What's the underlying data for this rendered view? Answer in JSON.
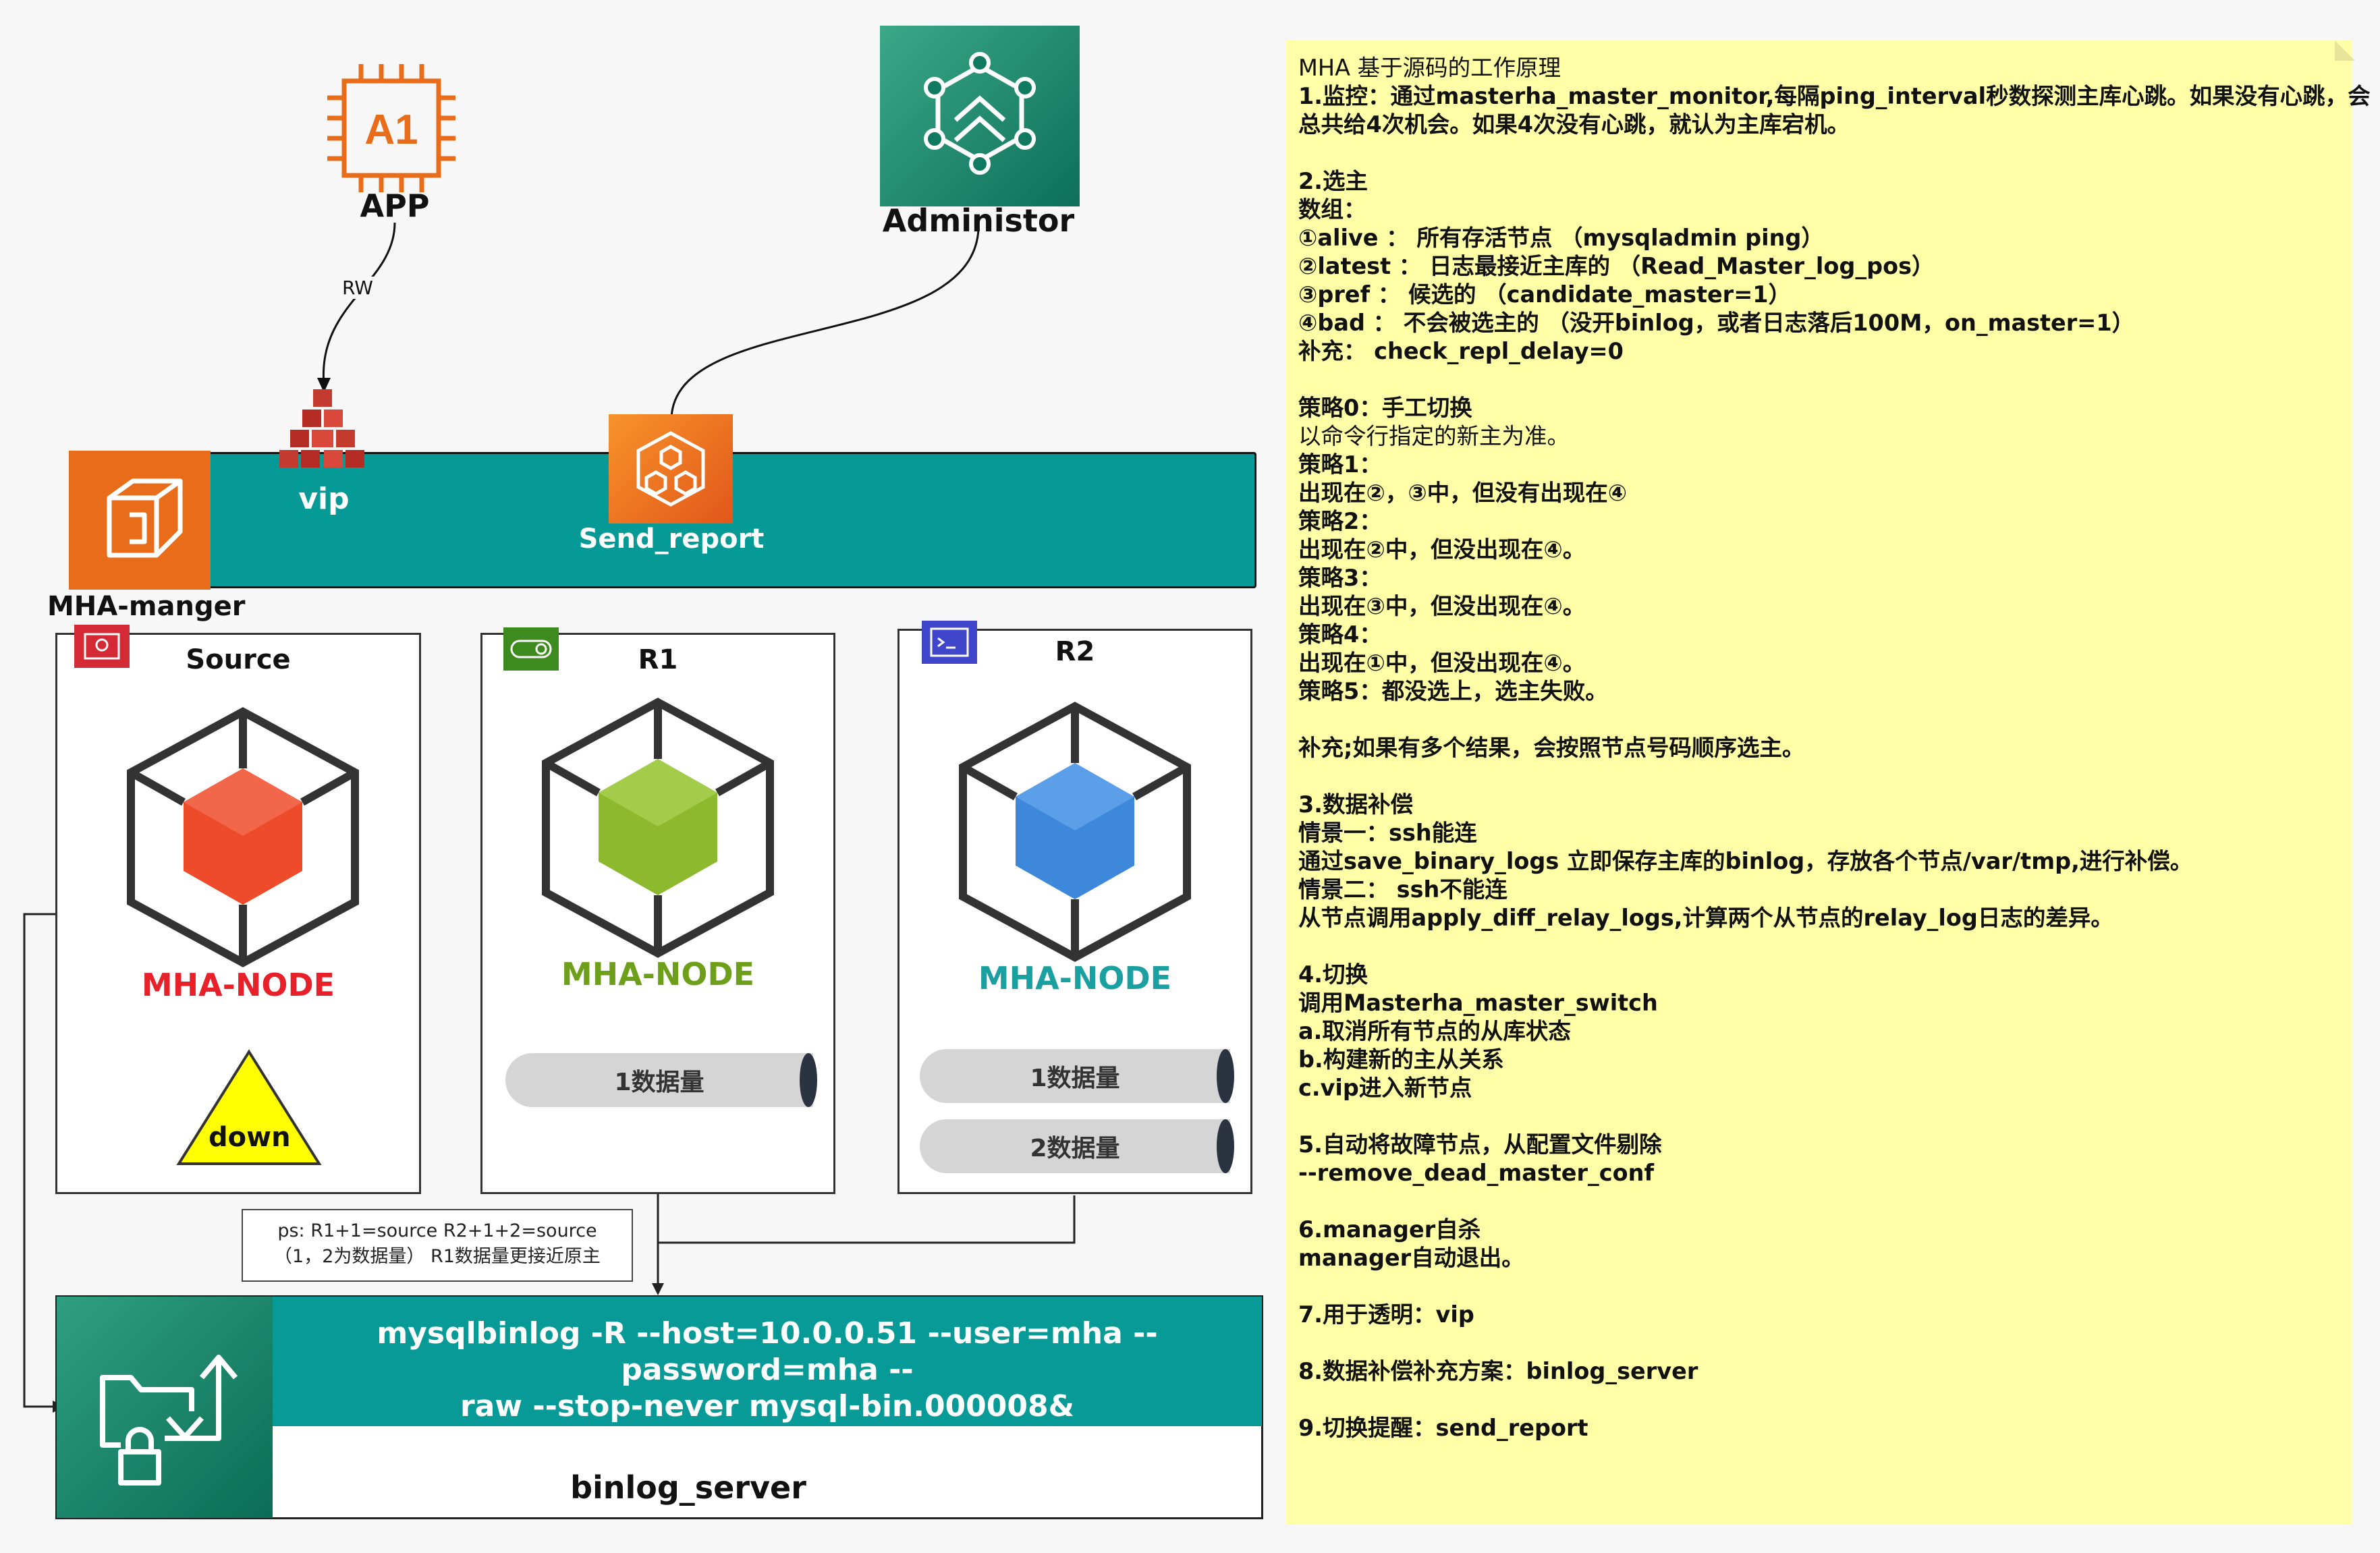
{
  "app": {
    "chip_text": "A1",
    "label": "APP",
    "link_label": "RW"
  },
  "admin": {
    "label": "Administor"
  },
  "vip": {
    "label": "vip"
  },
  "send_report": {
    "label": "Send_report"
  },
  "manager": {
    "label": "MHA-manger"
  },
  "nodes": [
    {
      "title": "Source",
      "name": "MHA-NODE",
      "color": "#e8202a",
      "cube_color": "#ee4b2b",
      "badge_color": "#d42a36",
      "status": "down",
      "volumes": []
    },
    {
      "title": "R1",
      "name": "MHA-NODE",
      "color": "#6e9f1a",
      "cube_color": "#8cb92e",
      "badge_color": "#3d8b1f",
      "volumes": [
        "1数据量"
      ]
    },
    {
      "title": "R2",
      "name": "MHA-NODE",
      "color": "#1aa0a0",
      "cube_color": "#3d88da",
      "badge_color": "#4046c9",
      "volumes": [
        "1数据量",
        "2数据量"
      ]
    }
  ],
  "ps_note": {
    "line1": "ps:    R1+1=source    R2+1+2=source",
    "line2": "（1，2为数据量） R1数据量更接近原主"
  },
  "binlog": {
    "command_line1": "mysqlbinlog -R --host=10.0.0.51 --user=mha --password=mha --",
    "command_line2": "raw --stop-never mysql-bin.000008&",
    "label": "binlog_server"
  },
  "colors": {
    "teal": "#059a96",
    "orange": "#e86c1a",
    "note_bg": "#ffffa8"
  },
  "notes": [
    {
      "t": "MHA 基于源码的工作原理",
      "w": "r"
    },
    {
      "t": "1.监控：通过masterha_master_monitor,每隔ping_interval秒数探测主库心跳。如果没有心跳，会",
      "w": "b"
    },
    {
      "t": "总共给4次机会。如果4次没有心跳，就认为主库宕机。",
      "w": "b"
    },
    {
      "t": "",
      "w": "b"
    },
    {
      "t": "2.选主",
      "w": "b"
    },
    {
      "t": "数组：",
      "w": "b"
    },
    {
      "t": "①alive     ：  所有存活节点 （mysqladmin ping）",
      "w": "b"
    },
    {
      "t": "②latest    ：  日志最接近主库的 （Read_Master_log_pos）",
      "w": "b"
    },
    {
      "t": "③pref      ：  候选的   （candidate_master=1）",
      "w": "b"
    },
    {
      "t": "④bad       ：  不会被选主的 （没开binlog，或者日志落后100M，on_master=1）",
      "w": "b"
    },
    {
      "t": "补充：  check_repl_delay=0",
      "w": "b"
    },
    {
      "t": "",
      "w": "b"
    },
    {
      "t": "策略0：手工切换",
      "w": "b"
    },
    {
      "t": "以命令行指定的新主为准。",
      "w": "r"
    },
    {
      "t": "策略1：",
      "w": "b"
    },
    {
      "t": "出现在②，③中，但没有出现在④",
      "w": "b"
    },
    {
      "t": "策略2：",
      "w": "b"
    },
    {
      "t": "出现在②中，但没出现在④。",
      "w": "b"
    },
    {
      "t": "策略3：",
      "w": "b"
    },
    {
      "t": "出现在③中，但没出现在④。",
      "w": "b"
    },
    {
      "t": "策略4：",
      "w": "b"
    },
    {
      "t": "出现在①中，但没出现在④。",
      "w": "b"
    },
    {
      "t": "策略5：都没选上，选主失败。",
      "w": "b"
    },
    {
      "t": "",
      "w": "b"
    },
    {
      "t": "补充;如果有多个结果，会按照节点号码顺序选主。",
      "w": "b"
    },
    {
      "t": "",
      "w": "b"
    },
    {
      "t": "3.数据补偿",
      "w": "b"
    },
    {
      "t": "情景一：ssh能连",
      "w": "b"
    },
    {
      "t": "通过save_binary_logs 立即保存主库的binlog，存放各个节点/var/tmp,进行补偿。",
      "w": "b"
    },
    {
      "t": "情景二：  ssh不能连",
      "w": "b"
    },
    {
      "t": "从节点调用apply_diff_relay_logs,计算两个从节点的relay_log日志的差异。",
      "w": "b"
    },
    {
      "t": "",
      "w": "b"
    },
    {
      "t": "4.切换",
      "w": "b"
    },
    {
      "t": "调用Masterha_master_switch",
      "w": "b"
    },
    {
      "t": "a.取消所有节点的从库状态",
      "w": "b"
    },
    {
      "t": "b.构建新的主从关系",
      "w": "b"
    },
    {
      "t": "c.vip进入新节点",
      "w": "b"
    },
    {
      "t": "",
      "w": "b"
    },
    {
      "t": "5.自动将故障节点，从配置文件剔除",
      "w": "b"
    },
    {
      "t": "   --remove_dead_master_conf",
      "w": "b"
    },
    {
      "t": "",
      "w": "b"
    },
    {
      "t": "6.manager自杀",
      "w": "b"
    },
    {
      "t": "   manager自动退出。",
      "w": "b"
    },
    {
      "t": "",
      "w": "b"
    },
    {
      "t": "7.用于透明：vip",
      "w": "b"
    },
    {
      "t": "",
      "w": "b"
    },
    {
      "t": "8.数据补偿补充方案：binlog_server",
      "w": "b"
    },
    {
      "t": "",
      "w": "b"
    },
    {
      "t": "9.切换提醒：send_report",
      "w": "b"
    }
  ]
}
